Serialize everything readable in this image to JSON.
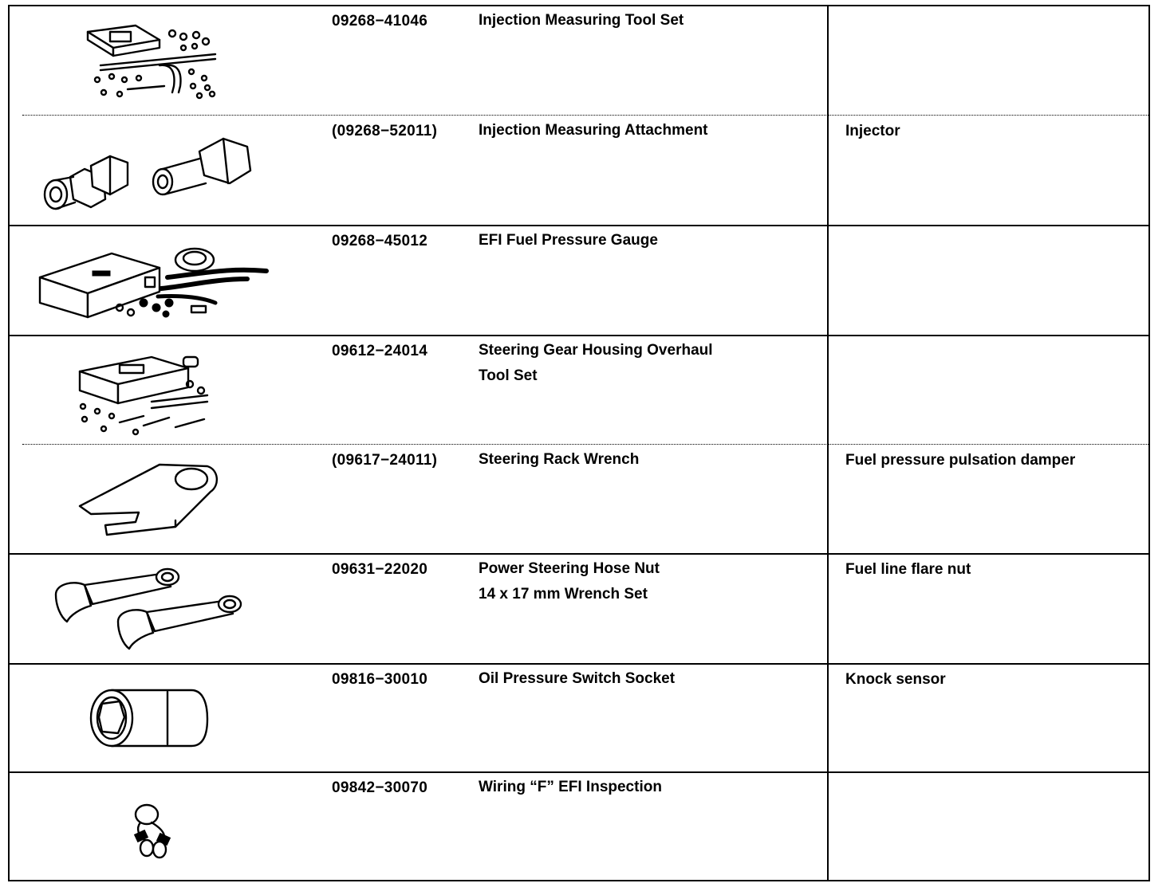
{
  "rows": [
    {
      "part_no": "09268−41046",
      "name": "Injection Measuring Tool Set",
      "use": "",
      "icon": "injection-measuring-tool-set-illustration"
    },
    {
      "part_no": "(09268−52011)",
      "name": "Injection Measuring Attachment",
      "use": "Injector",
      "icon": "injection-measuring-attachment-illustration"
    },
    {
      "part_no": "09268−45012",
      "name": "EFI Fuel Pressure Gauge",
      "use": "",
      "icon": "fuel-pressure-gauge-illustration"
    },
    {
      "part_no": "09612−24014",
      "name": "Steering Gear Housing Overhaul\nTool Set",
      "use": "",
      "icon": "steering-gear-tool-set-illustration"
    },
    {
      "part_no": "(09617−24011)",
      "name": "Steering Rack Wrench",
      "use": "Fuel pressure pulsation damper",
      "icon": "steering-rack-wrench-illustration"
    },
    {
      "part_no": "09631−22020",
      "name": "Power Steering Hose Nut\n14 x 17 mm Wrench Set",
      "use": "Fuel line flare nut",
      "icon": "hose-nut-wrench-set-illustration"
    },
    {
      "part_no": "09816−30010",
      "name": "Oil Pressure Switch Socket",
      "use": "Knock sensor",
      "icon": "oil-pressure-switch-socket-illustration"
    },
    {
      "part_no": "09842−30070",
      "name": "Wiring “F” EFI Inspection",
      "use": "",
      "icon": "efi-inspection-wiring-illustration"
    }
  ]
}
